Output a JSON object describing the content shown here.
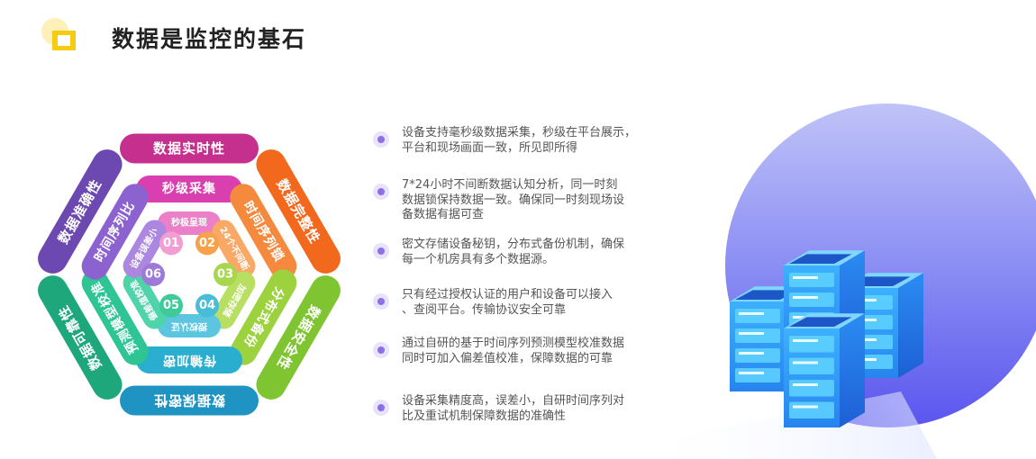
{
  "title": "数据是监控的基石",
  "colors": {
    "accent_yellow": "#f5cc12",
    "text_dark": "#222222",
    "text_body": "#555555",
    "bullet": "#8d6fe8",
    "circle_top": "#b3b7f5",
    "circle_bottom": "#5e57f0"
  },
  "hexagon": {
    "outer": [
      {
        "label": "数据实时性",
        "color": "#c5308e"
      },
      {
        "label": "数据完整性",
        "color": "#f2691e"
      },
      {
        "label": "数据安全性",
        "color": "#7fc431"
      },
      {
        "label": "数据保密性",
        "color": "#1f93c2"
      },
      {
        "label": "数据可靠性",
        "color": "#1ea77b"
      },
      {
        "label": "数据准确性",
        "color": "#6c49b1"
      }
    ],
    "middle": [
      {
        "label": "秒级采集",
        "color": "#da3fb0"
      },
      {
        "label": "时间序列锁",
        "color": "#f58a3f"
      },
      {
        "label": "分布式备份",
        "color": "#9cd23e"
      },
      {
        "label": "传输加密",
        "color": "#2aaed0"
      },
      {
        "label": "预测模型校准",
        "color": "#2ec493"
      },
      {
        "label": "时间序列比",
        "color": "#8c62d0"
      }
    ],
    "inner": [
      {
        "label": "秒极呈现",
        "color": "#ec80c8"
      },
      {
        "label": "24个不间断",
        "color": "#f9a865"
      },
      {
        "label": "加密存储",
        "color": "#b8de62"
      },
      {
        "label": "授权认证",
        "color": "#5cc5e0"
      },
      {
        "label": "偏差值校准",
        "color": "#4fd3a9"
      },
      {
        "label": "设备误差小",
        "color": "#ab87df"
      }
    ],
    "badges": [
      {
        "label": "01",
        "color": "#f19ed3"
      },
      {
        "label": "02",
        "color": "#f7a24a"
      },
      {
        "label": "03",
        "color": "#a8d64f"
      },
      {
        "label": "04",
        "color": "#48bdd9"
      },
      {
        "label": "05",
        "color": "#3fcb98"
      },
      {
        "label": "06",
        "color": "#9d7ad9"
      }
    ]
  },
  "features": [
    {
      "lines": [
        "设备支持毫秒级数据采集，秒级在平台展示，",
        "平台和现场画面一致，所见即所得"
      ]
    },
    {
      "lines": [
        "7*24小时不间断数据认知分析，同一时刻",
        "数据锁保持数据一致。确保同一时刻现场设",
        "备数据有据可查"
      ]
    },
    {
      "lines": [
        "密文存储设备秘钥，分布式备份机制，确保",
        "每一个机房具有多个数据源。"
      ]
    },
    {
      "lines": [
        "只有经过授权认证的用户和设备可以接入",
        "、查阅平台。传输协议安全可靠"
      ]
    },
    {
      "lines": [
        "通过自研的基于时间序列预测模型校准数据",
        "同时可加入偏差值校准，保障数据的可靠"
      ]
    },
    {
      "lines": [
        "设备采集精度高，误差小，自研时间序列对",
        "比及重试机制保障数据的准确性"
      ]
    }
  ]
}
